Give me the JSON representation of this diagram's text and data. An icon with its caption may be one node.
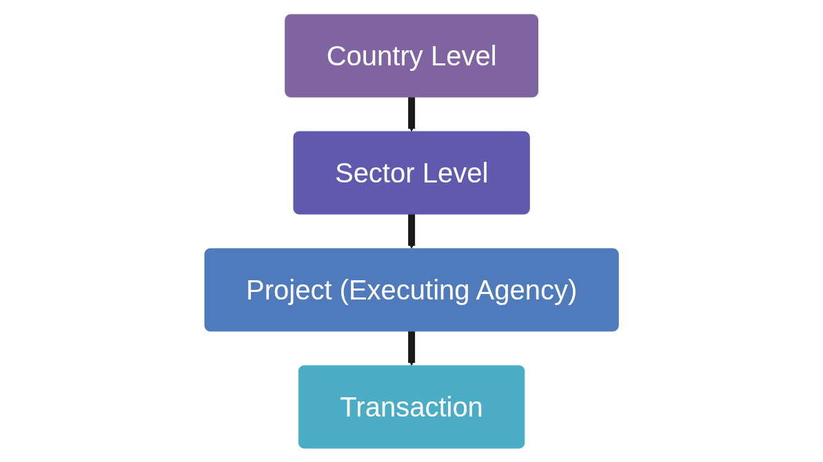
{
  "diagram": {
    "nodes": [
      {
        "text": [
          "Country Level"
        ]
      },
      {
        "text": [
          "Sector Level"
        ]
      },
      {
        "text": [
          "Project (Executing Agency)"
        ]
      },
      {
        "text": [
          "Transaction"
        ]
      }
    ],
    "edges": [
      {
        "from": 0,
        "to": 1,
        "arrow": "to"
      },
      {
        "from": 1,
        "to": 2,
        "arrow": "to"
      },
      {
        "from": 2,
        "to": 3,
        "arrow": "to"
      }
    ]
  }
}
